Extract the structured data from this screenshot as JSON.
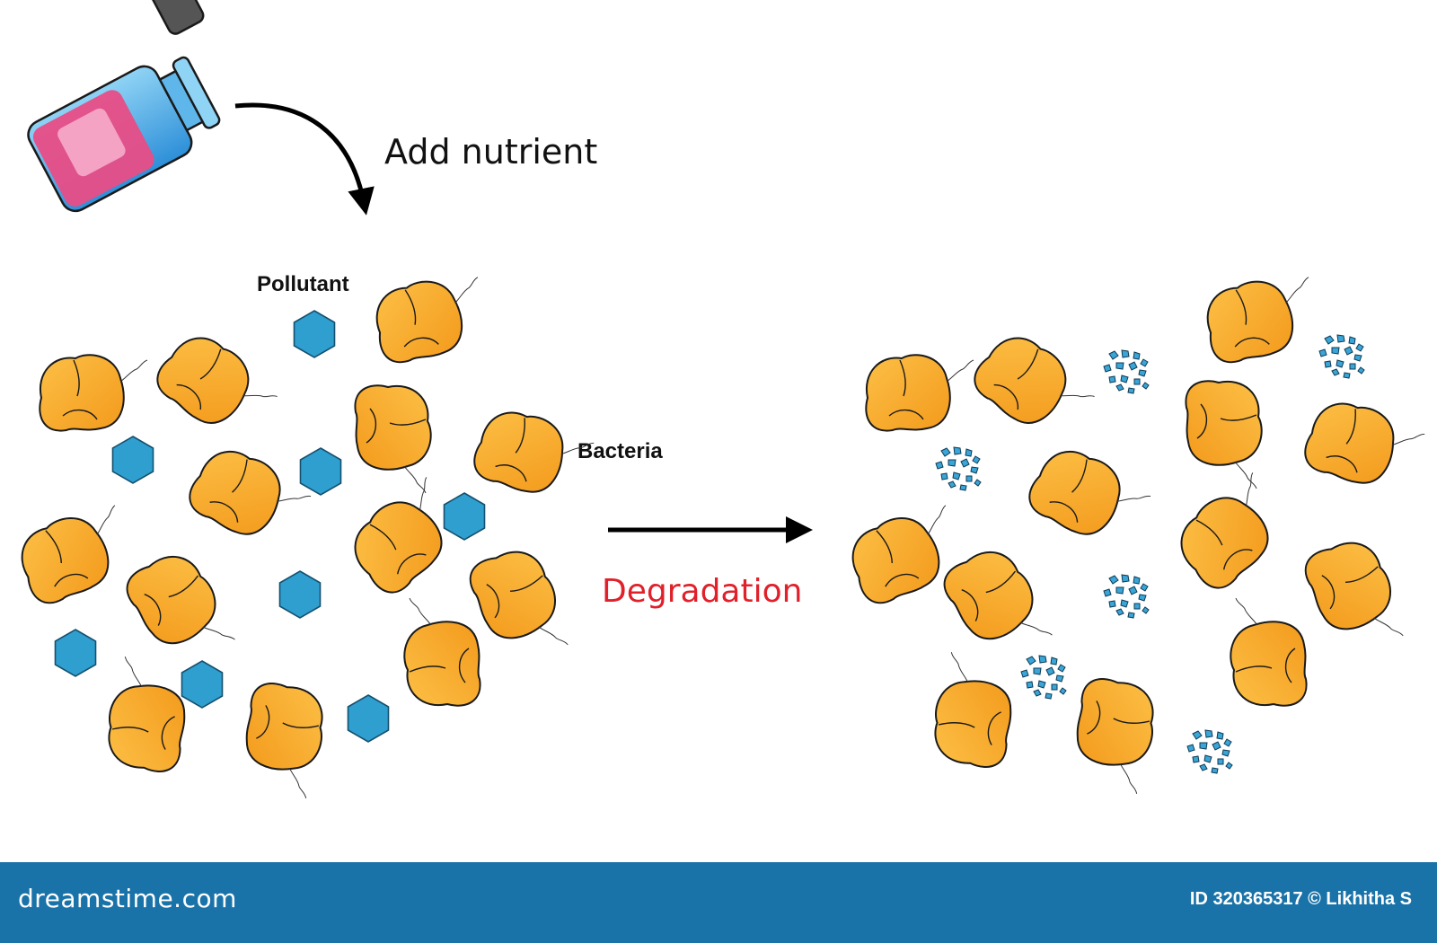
{
  "labels": {
    "add_nutrient": "Add nutrient",
    "pollutant": "Pollutant",
    "bacteria": "Bacteria",
    "degradation": "Degradation"
  },
  "footer": {
    "brand": "dreamstime.com",
    "credit": "ID 320365317 © Likhitha S"
  },
  "colors": {
    "bacteria_fill": "#f7a928",
    "pollutant_fill": "#2f9fd0",
    "degradation_text": "#e0202a",
    "footer_bg": "#1a73a8",
    "vial_liquid": "#e84d86"
  },
  "icons": {
    "vial": "nutrient-vial-icon",
    "bacterium": "bacterium-icon",
    "pollutant": "pollutant-hexagon-icon",
    "fragments": "pollutant-fragments-icon"
  }
}
